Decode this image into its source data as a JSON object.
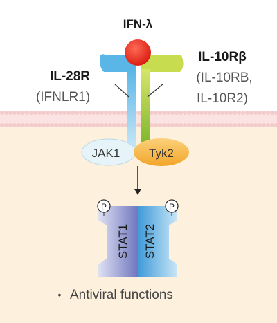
{
  "ligand": {
    "label": "IFN-λ",
    "color": "#e8261c"
  },
  "receptor_left": {
    "name": "IL-28R",
    "alias": "(IFNLR1)",
    "color": "#7fc4ea"
  },
  "receptor_right": {
    "name": "IL-10Rβ",
    "alias_line1": "(IL-10RB,",
    "alias_line2": "IL-10R2)",
    "color": "#a5c93a"
  },
  "kinases": {
    "left": "JAK1",
    "right": "Tyk2"
  },
  "phospho_label": "P",
  "stats": {
    "left": "STAT1",
    "right": "STAT2"
  },
  "outcome": {
    "bullet": "•",
    "text": "Antiviral functions"
  },
  "colors": {
    "cytoplasm": "#fdf0dc",
    "membrane": "#f3cbcb",
    "stat1": "#7f86c6",
    "stat2": "#4ba3db",
    "jak1": "#e6f3f8",
    "tyk2": "#f6b343"
  }
}
